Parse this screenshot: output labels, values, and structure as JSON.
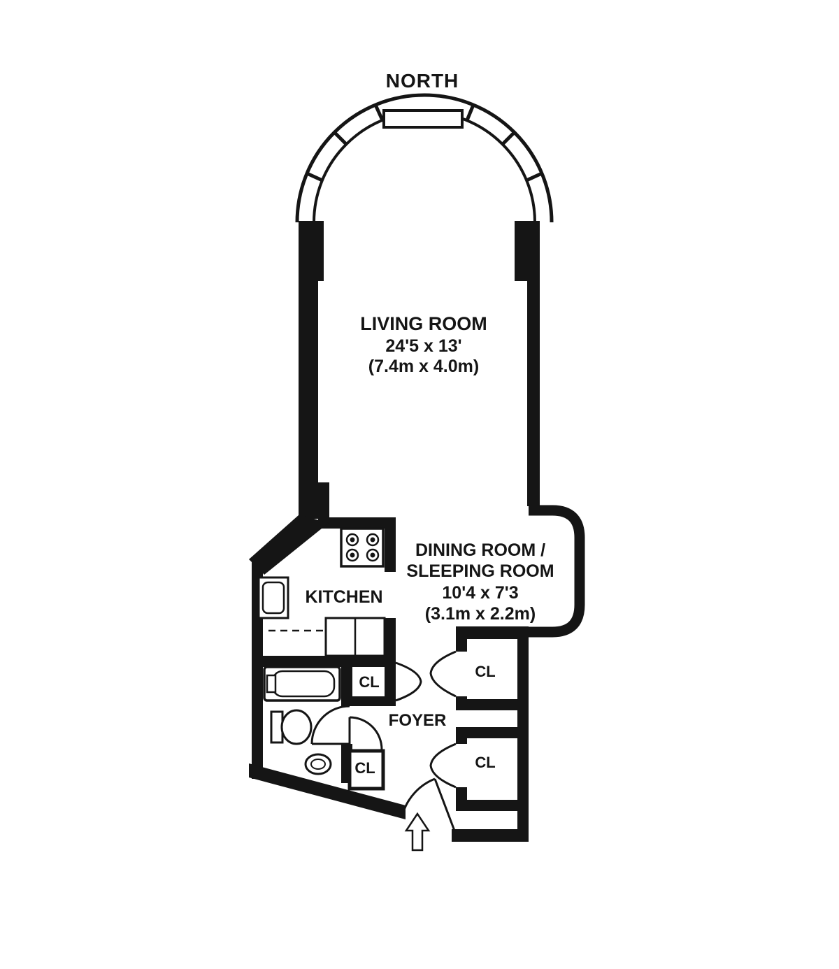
{
  "colors": {
    "ink": "#151515",
    "background": "#ffffff"
  },
  "compass": {
    "north_label": "NORTH"
  },
  "rooms": {
    "living_room": {
      "name": "LIVING ROOM",
      "dimensions_imperial": "24'5 x 13'",
      "dimensions_metric": "(7.4m x 4.0m)"
    },
    "dining_sleeping_room": {
      "name_line_1": "DINING ROOM /",
      "name_line_2": "SLEEPING ROOM",
      "dimensions_imperial": "10'4 x 7'3",
      "dimensions_metric": "(3.1m x 2.2m)"
    },
    "kitchen": {
      "name": "KITCHEN"
    },
    "foyer": {
      "name": "FOYER"
    }
  },
  "closets": [
    {
      "label": "CL"
    },
    {
      "label": "CL"
    },
    {
      "label": "CL"
    },
    {
      "label": "CL"
    }
  ]
}
